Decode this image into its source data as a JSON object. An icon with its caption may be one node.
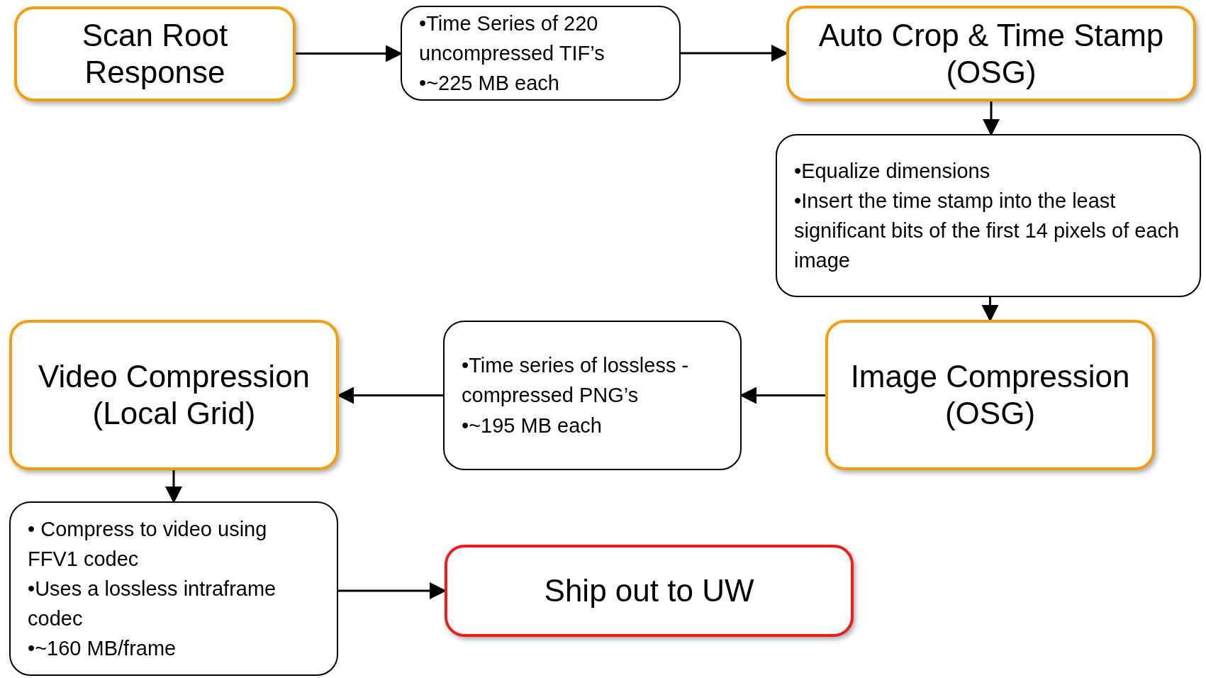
{
  "diagram": {
    "nodes": [
      {
        "text": [
          "Scan Root Response"
        ]
      },
      {
        "text": [
          "•Time Series of 220 uncompressed TIF’s",
          "•~225 MB each"
        ]
      },
      {
        "text": [
          "Auto Crop & Time Stamp (OSG)"
        ]
      },
      {
        "text": [
          "•Equalize dimensions",
          "•Insert the time stamp into the least significant bits of the first 14 pixels of each image"
        ]
      },
      {
        "text": [
          "Image Compression (OSG)"
        ]
      },
      {
        "text": [
          "•Time series of lossless -compressed PNG’s",
          "•~195 MB each"
        ]
      },
      {
        "text": [
          "Video Compression (Local Grid)"
        ]
      },
      {
        "text": [
          "• Compress to video using FFV1 codec",
          "•Uses a lossless intraframe codec",
          "•~160 MB/frame"
        ]
      },
      {
        "text": [
          "Ship out to UW"
        ]
      }
    ],
    "edges": [
      {
        "from": 0,
        "to": 1,
        "arrow": "to"
      },
      {
        "from": 1,
        "to": 2,
        "arrow": "to"
      },
      {
        "from": 2,
        "to": 3,
        "arrow": "to"
      },
      {
        "from": 3,
        "to": 4,
        "arrow": "to"
      },
      {
        "from": 4,
        "to": 5,
        "arrow": "to"
      },
      {
        "from": 5,
        "to": 6,
        "arrow": "to"
      },
      {
        "from": 6,
        "to": 7,
        "arrow": "to"
      },
      {
        "from": 7,
        "to": 8,
        "arrow": "to"
      }
    ]
  }
}
